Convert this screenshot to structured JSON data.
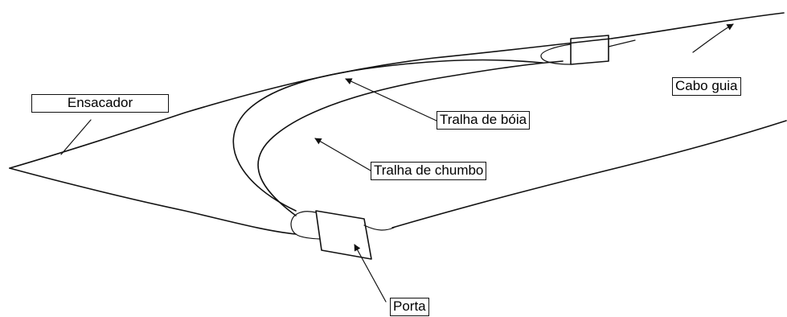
{
  "labels": {
    "ensacador": "Ensacador",
    "tralha_boia": "Tralha de bóia",
    "tralha_chumbo": "Tralha de chumbo",
    "cabo_guia": "Cabo guia",
    "porta": "Porta"
  },
  "colors": {
    "stroke": "#111111",
    "background": "#ffffff"
  }
}
